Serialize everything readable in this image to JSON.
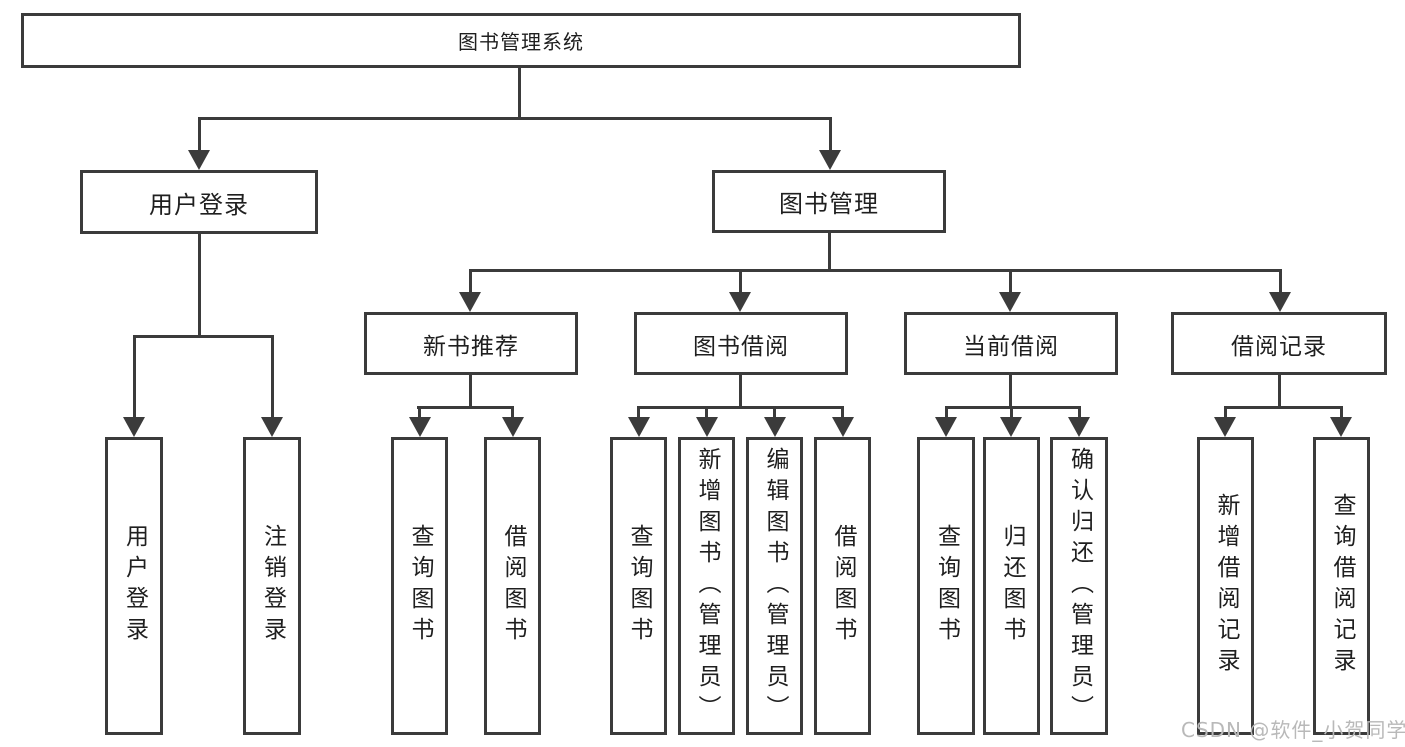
{
  "tree": {
    "label": "图书管理系统",
    "children": [
      {
        "label": "用户登录",
        "children": [
          {
            "label": "用户登录"
          },
          {
            "label": "注销登录"
          }
        ]
      },
      {
        "label": "图书管理",
        "children": [
          {
            "label": "新书推荐",
            "children": [
              {
                "label": "查询图书"
              },
              {
                "label": "借阅图书"
              }
            ]
          },
          {
            "label": "图书借阅",
            "children": [
              {
                "label": "查询图书"
              },
              {
                "label": "新增图书（管理员）"
              },
              {
                "label": "编辑图书（管理员）"
              },
              {
                "label": "借阅图书"
              }
            ]
          },
          {
            "label": "当前借阅",
            "children": [
              {
                "label": "查询图书"
              },
              {
                "label": "归还图书"
              },
              {
                "label": "确认归还（管理员）"
              }
            ]
          },
          {
            "label": "借阅记录",
            "children": [
              {
                "label": "新增借阅记录"
              },
              {
                "label": "查询借阅记录"
              }
            ]
          }
        ]
      }
    ]
  },
  "watermark": {
    "text": "CSDN @软件_小贺同学"
  },
  "colors": {
    "line": "#3b3b3b",
    "text": "#1f1f1f",
    "watermark": "#b9b9b9",
    "background": "#ffffff"
  }
}
